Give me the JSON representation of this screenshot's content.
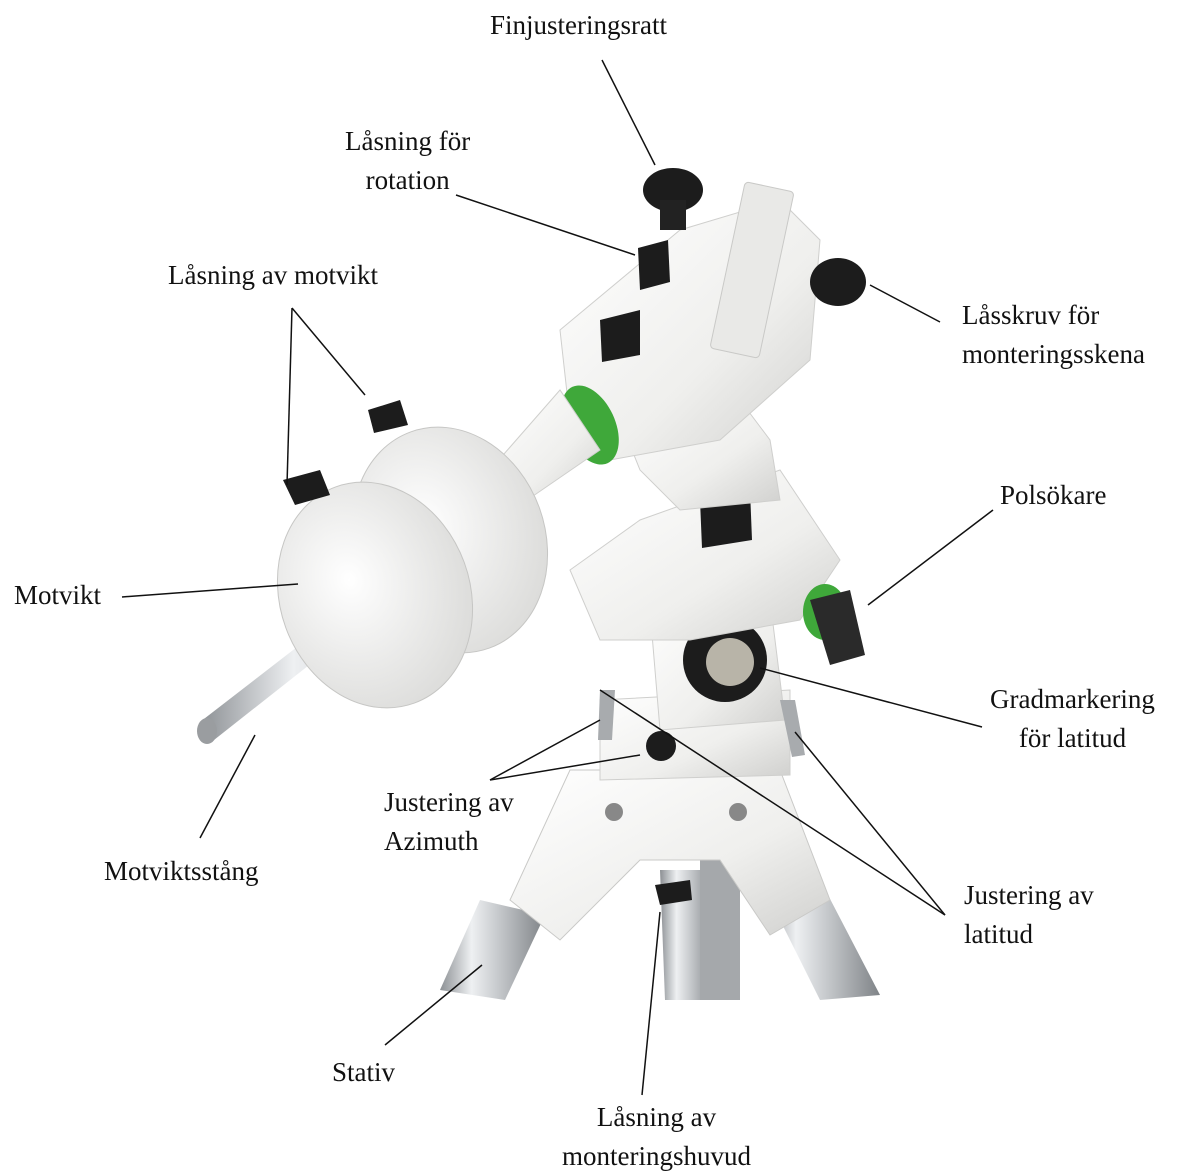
{
  "labels": {
    "finjusteringsratt": [
      "Finjusteringsratt"
    ],
    "lasning_rotation": [
      "Låsning för",
      "rotation"
    ],
    "lasning_motvikt": [
      "Låsning av motvikt"
    ],
    "lasskruv": [
      "Låsskruv för",
      "monteringsskena"
    ],
    "polsokare": [
      "Polsökare"
    ],
    "motvikt": [
      "Motvikt"
    ],
    "gradmarkering": [
      "Gradmarkering",
      "för latitud"
    ],
    "justering_azimuth": [
      "Justering av",
      "Azimuth"
    ],
    "motviktsstang": [
      "Motviktsstång"
    ],
    "justering_latitud": [
      "Justering av",
      "latitud"
    ],
    "stativ": [
      "Stativ"
    ],
    "lasning_monteringshuvud": [
      "Låsning av",
      "monteringshuvud"
    ]
  },
  "colors": {
    "mount_white": "#f1f1ef",
    "mount_shade": "#d8d8d6",
    "knob_black": "#1c1c1c",
    "green_ring": "#3fa83a",
    "steel": "#b9bcbf"
  }
}
